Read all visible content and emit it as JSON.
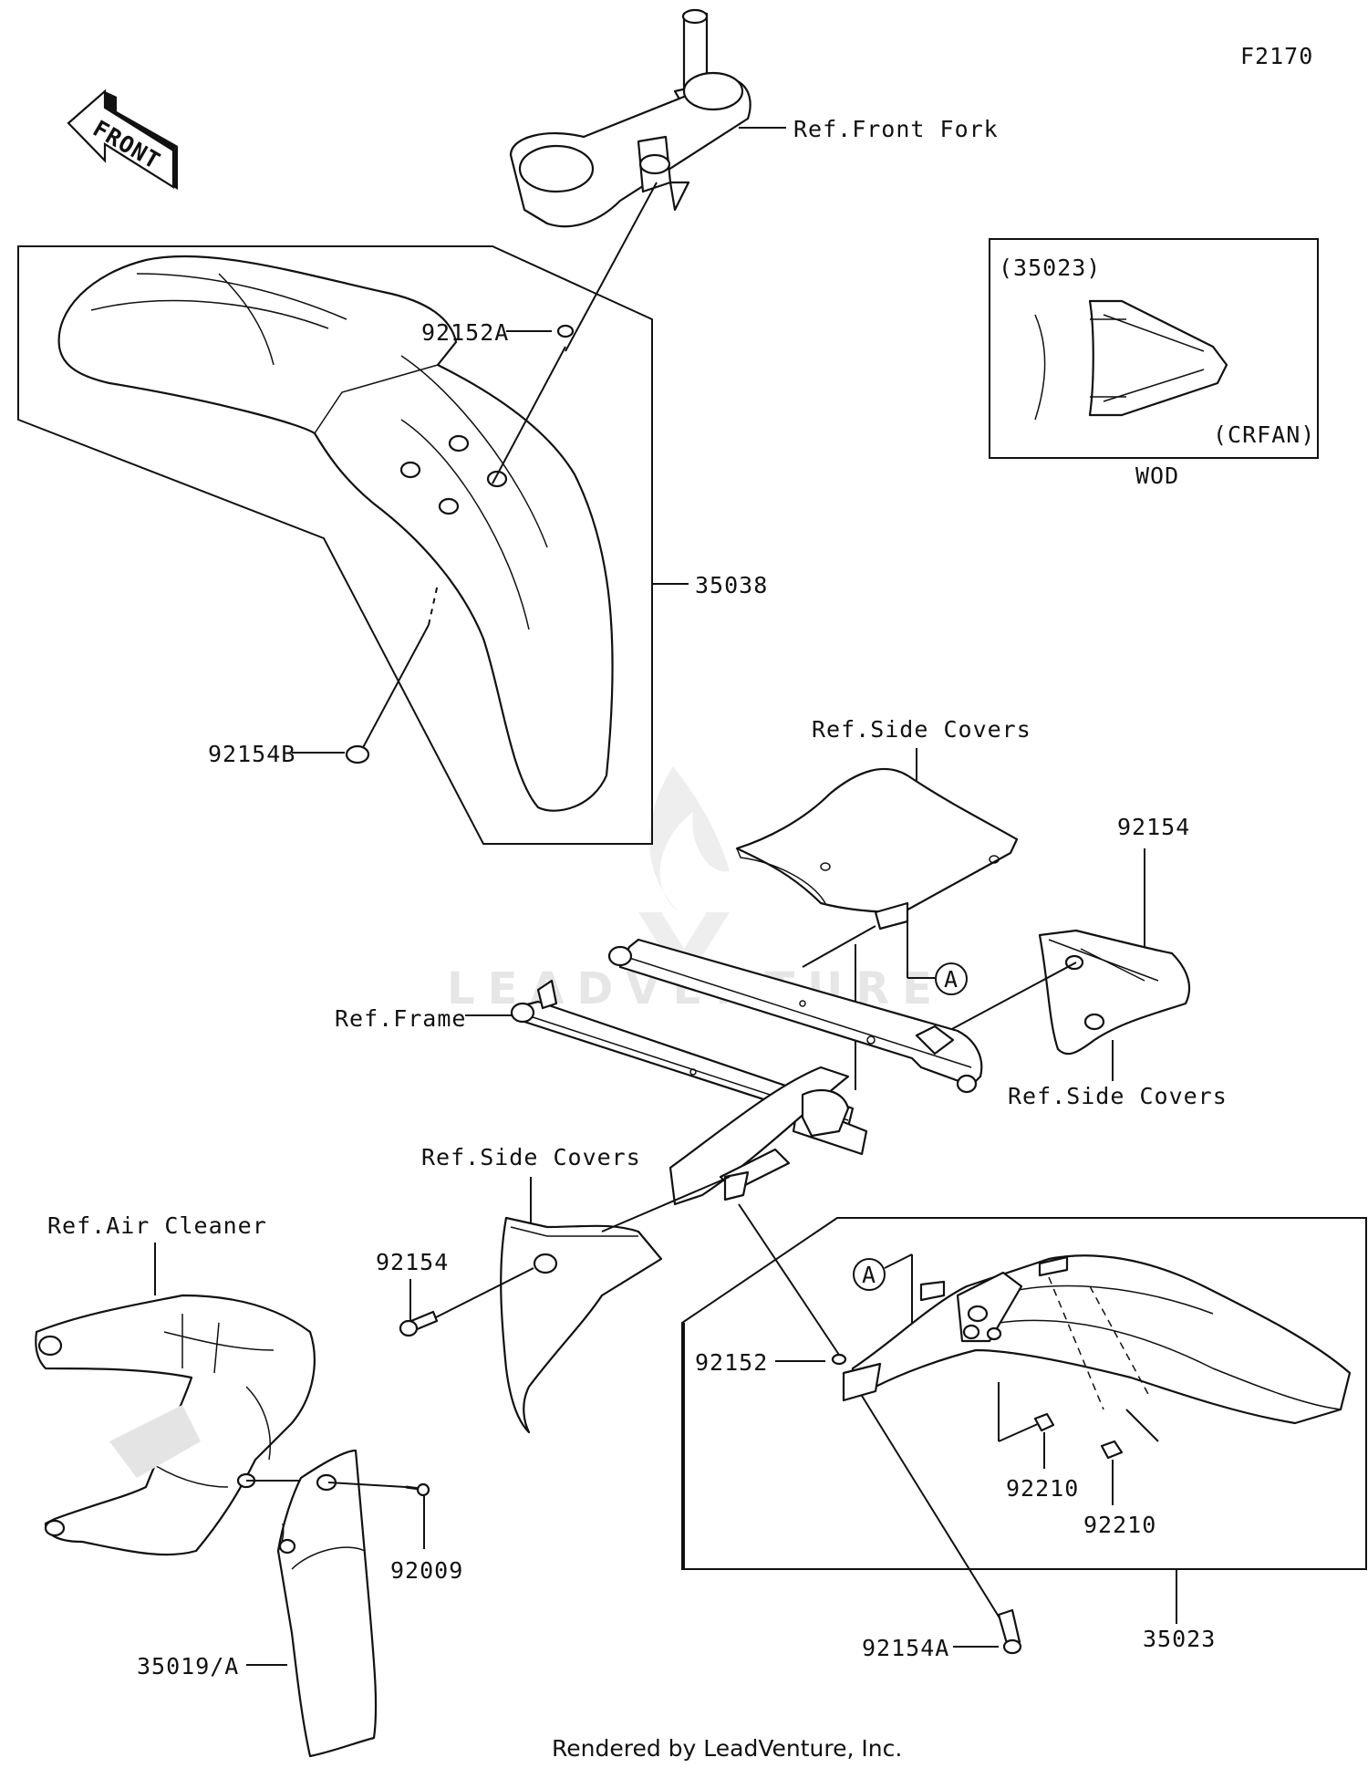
{
  "diagram_code": "F2170",
  "front_badge": "FRONT",
  "watermark": "LEADVENTURE",
  "inset": {
    "code_top": "(35023)",
    "code_bottom": "(CRFAN)",
    "caption": "WOD"
  },
  "labels": {
    "ref_front_fork": "Ref.Front Fork",
    "p92152A": "92152A",
    "p35038": "35038",
    "p92154B": "92154B",
    "ref_side_covers_top": "Ref.Side Covers",
    "p92154_right": "92154",
    "circle_a_top": "A",
    "ref_frame": "Ref.Frame",
    "ref_side_covers_right": "Ref.Side Covers",
    "ref_side_covers_left": "Ref.Side Covers",
    "ref_air_cleaner": "Ref.Air Cleaner",
    "p92154_left": "92154",
    "circle_a_bottom": "A",
    "p92152": "92152",
    "p92210_a": "92210",
    "p92210_b": "92210",
    "p92009": "92009",
    "p35019A": "35019/A",
    "p92154A": "92154A",
    "p35023": "35023"
  },
  "footer": "Rendered by LeadVenture, Inc."
}
